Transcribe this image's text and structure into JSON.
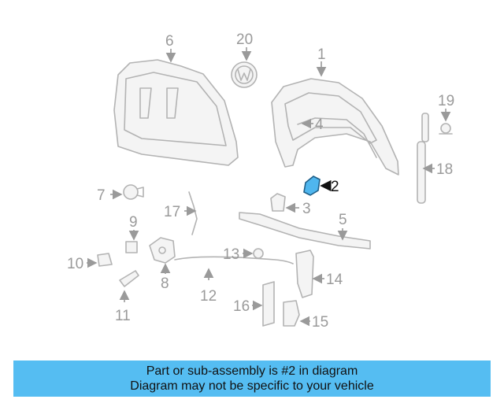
{
  "colors": {
    "highlight": "#4fb6ee",
    "banner": "#55bdf2",
    "line": "#b3b3b3",
    "label": "#9a9a9a"
  },
  "callouts": {
    "n1": "1",
    "n2": "2",
    "n3": "3",
    "n4": "4",
    "n5": "5",
    "n6": "6",
    "n7": "7",
    "n8": "8",
    "n9": "9",
    "n10": "10",
    "n11": "11",
    "n12": "12",
    "n13": "13",
    "n14": "14",
    "n15": "15",
    "n16": "16",
    "n17": "17",
    "n18": "18",
    "n19": "19",
    "n20": "20"
  },
  "highlighted_part": "2",
  "banner": {
    "line1": "Part or sub-assembly is #2 in diagram",
    "line2": "Diagram may not be specific to your vehicle"
  }
}
